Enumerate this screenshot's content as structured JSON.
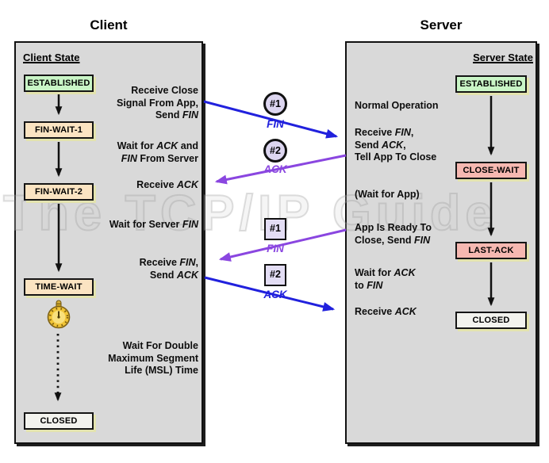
{
  "watermark": "The TCP/IP Guide",
  "colors": {
    "blue": "#2121dd",
    "purple": "#8a46e0",
    "panel_bg": "#d9d9d9",
    "state_established": "#c9f5c6",
    "state_wait": "#fbe4c2",
    "state_close": "#f6b8b1",
    "state_closed": "#f3f3ee",
    "badge_bg": "#ddd6f0",
    "box_shadow": "#e3e3ae"
  },
  "client": {
    "title": "Client",
    "heading": "Client State",
    "states": [
      "ESTABLISHED",
      "FIN-WAIT-1",
      "FIN-WAIT-2",
      "TIME-WAIT",
      "CLOSED"
    ],
    "annotations": [
      [
        "Receive Close",
        "Signal From App,",
        "Send *FIN*"
      ],
      [
        "Wait for *ACK* and",
        "*FIN* From Server"
      ],
      [
        "Receive *ACK*"
      ],
      [
        "Wait for Server *FIN*"
      ],
      [
        "Receive *FIN*,",
        "Send *ACK*"
      ],
      [
        "Wait For Double",
        "Maximum Segment",
        "Life (MSL) Time"
      ]
    ]
  },
  "server": {
    "title": "Server",
    "heading": "Server State",
    "states": [
      "ESTABLISHED",
      "CLOSE-WAIT",
      "LAST-ACK",
      "CLOSED"
    ],
    "annotations": [
      [
        "Normal Operation"
      ],
      [
        "Receive *FIN*,",
        "Send *ACK*,",
        "Tell App To Close"
      ],
      [
        "(Wait for App)"
      ],
      [
        "App Is Ready To",
        "Close, Send *FIN*"
      ],
      [
        "Wait for *ACK*",
        "to *FIN*"
      ],
      [
        "Receive *ACK*"
      ]
    ]
  },
  "messages": [
    {
      "num": "#1",
      "shape": "circle",
      "label": "FIN",
      "color": "blue",
      "direction": "client-to-server"
    },
    {
      "num": "#2",
      "shape": "circle",
      "label": "ACK",
      "color": "purple",
      "direction": "server-to-client"
    },
    {
      "num": "#1",
      "shape": "square",
      "label": "FIN",
      "color": "purple",
      "direction": "server-to-client"
    },
    {
      "num": "#2",
      "shape": "square",
      "label": "ACK",
      "color": "blue",
      "direction": "client-to-server"
    }
  ]
}
